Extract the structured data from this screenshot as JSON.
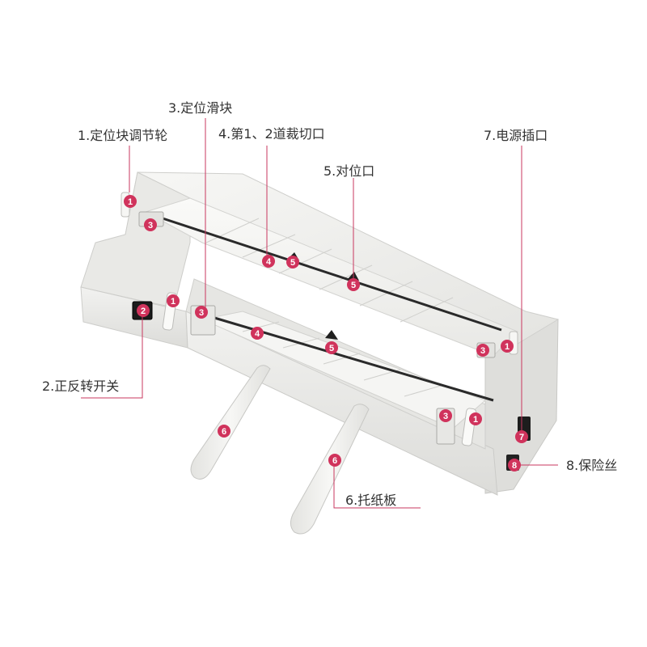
{
  "labels": {
    "item1": "1.定位块调节轮",
    "item2": "2.正反转开关",
    "item3": "3.定位滑块",
    "item4": "4.第1、2道裁切口",
    "item5": "5.对位口",
    "item6": "6.托纸板",
    "item7": "7.电源插口",
    "item8": "8.保险丝"
  },
  "markers": {
    "n1": "1",
    "n2": "2",
    "n3": "3",
    "n4": "4",
    "n5": "5",
    "n6": "6",
    "n7": "7",
    "n8": "8"
  },
  "colors": {
    "leader_line": "#c9375f",
    "marker_fill": "#d0335c",
    "marker_text": "#ffffff",
    "label_text": "#333333",
    "machine_body": "#ececea",
    "machine_shadow": "#d6d6d3",
    "machine_dark": "#1e1e1e"
  }
}
